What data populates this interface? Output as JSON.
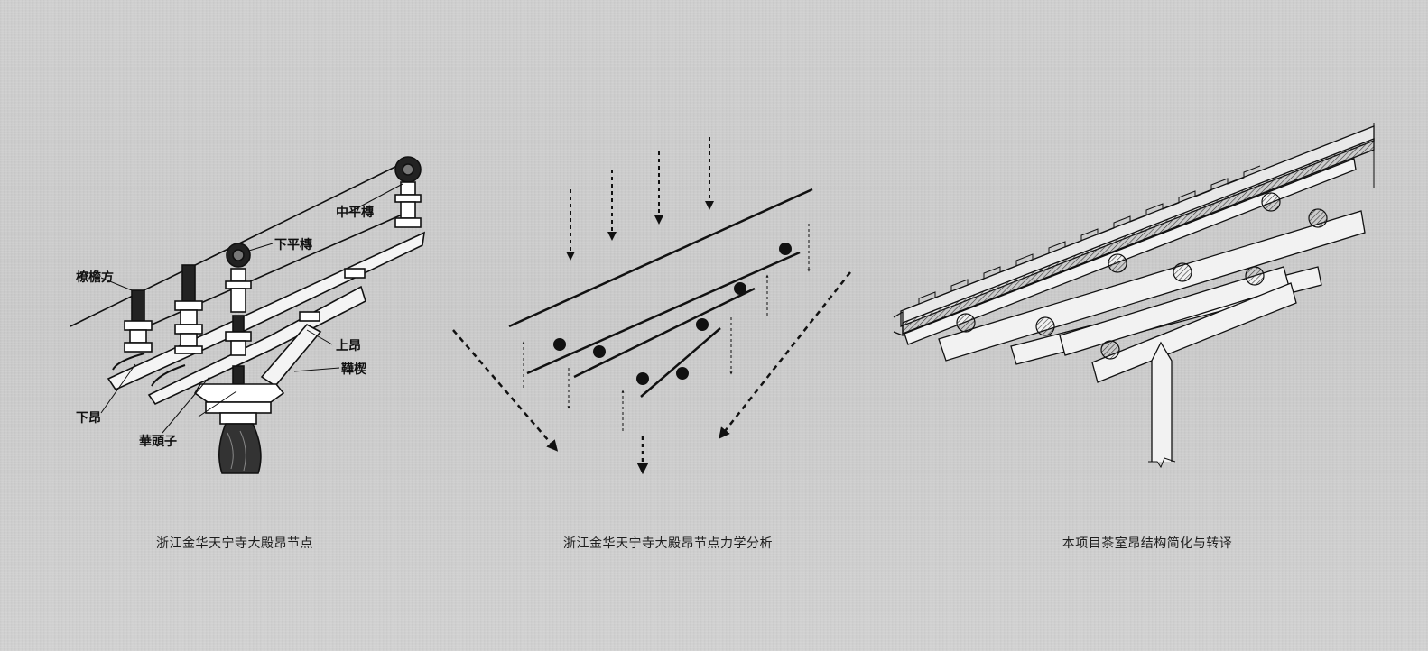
{
  "panel1": {
    "caption": "浙江金华天宁寺大殿昂节点",
    "labels": {
      "zhongpingtuan": "中平槫",
      "xiapingtuan": "下平槫",
      "liaoyanfang": "橑檐方",
      "shangang": "上昂",
      "xieqie": "鞾楔",
      "xiaang": "下昂",
      "huatouzi": "華頭子"
    }
  },
  "panel2": {
    "caption": "浙江金华天宁寺大殿昂节点力学分析"
  },
  "panel3": {
    "caption": "本项目茶室昂结构简化与转译"
  },
  "colors": {
    "ink": "#111111",
    "background": "#cfcfcf"
  }
}
